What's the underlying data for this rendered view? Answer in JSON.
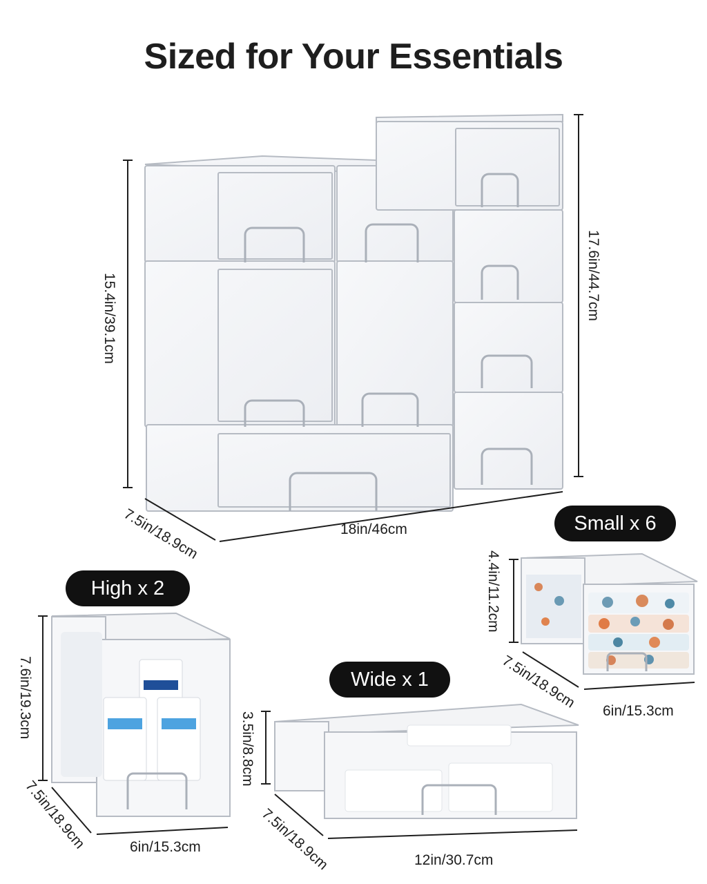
{
  "title": "Sized for Your Essentials",
  "badges": {
    "small": "Small x 6",
    "high": "High x 2",
    "wide": "Wide x 1"
  },
  "dimensions": {
    "main_height_left": "15.4in/39.1cm",
    "main_height_right": "17.6in/44.7cm",
    "main_depth": "7.5in/18.9cm",
    "main_width": "18in/46cm",
    "small_height": "4.4in/11.2cm",
    "small_depth": "7.5in/18.9cm",
    "small_width": "6in/15.3cm",
    "high_height": "7.6in/19.3cm",
    "high_depth": "7.5in/18.9cm",
    "high_width": "6in/15.3cm",
    "wide_height": "3.5in/8.8cm",
    "wide_depth": "7.5in/18.9cm",
    "wide_width": "12in/30.7cm"
  },
  "colors": {
    "badge_bg": "#111111",
    "line": "#1e1e1e",
    "acrylic": "#b9bec6"
  }
}
